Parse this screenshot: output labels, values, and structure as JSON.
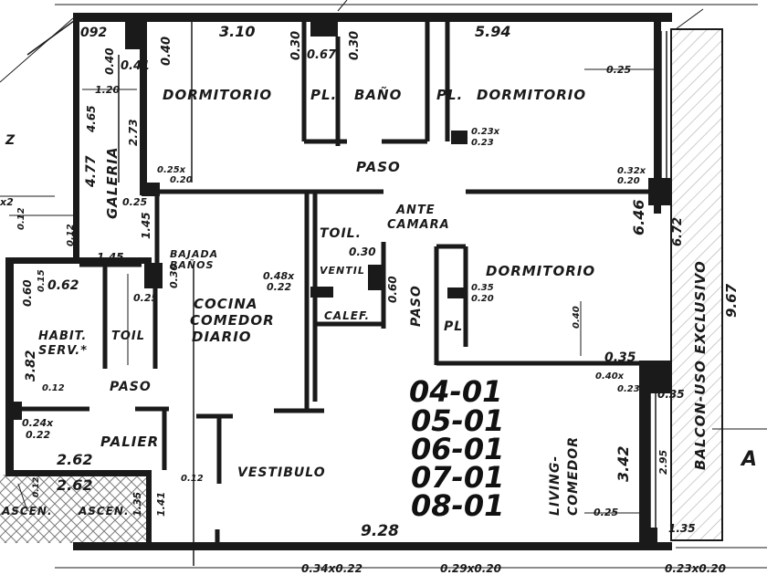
{
  "rooms": {
    "dormitorio_1": "DORMITORIO",
    "bano": "BAÑO",
    "pl_1": "PL.",
    "pl_2": "PL.",
    "pl_3": "PL.",
    "dormitorio_2": "DORMITORIO",
    "paso_upper": "PASO",
    "ante": "ANTE",
    "camara": "CAMARA",
    "toil_upper": "TOIL.",
    "ventil": "VENTIL",
    "calef": "CALEF.",
    "paso_vertical": "PASO",
    "dormitorio_3": "DORMITORIO",
    "galeria": "GALERIA",
    "bajada": "BAJADA",
    "banos": "BAÑOS",
    "cocina": "COCINA",
    "comedor": "COMEDOR",
    "diario": "DIARIO",
    "habit": "HABIT.",
    "serv": "SERV.*",
    "toil_lower": "TOIL",
    "paso_lower": "PASO",
    "palier": "PALIER",
    "vestibulo": "VESTIBULO",
    "ascen_1": "ASCEN.",
    "ascen_2": "ASCEN.",
    "living": "LIVING-",
    "comedor_living": "COMEDOR",
    "balcon": "BALCON-USO EXCLUSIVO",
    "z_mark": "Z",
    "a_mark": "A"
  },
  "units": [
    "04-01",
    "05-01",
    "06-01",
    "07-01",
    "08-01"
  ],
  "dimensions": {
    "d_092": "092",
    "d_310": "3.10",
    "d_030a": "0.30",
    "d_030b": "0.30",
    "d_594": "5.94",
    "d_040top": "0.40",
    "d_040side": "0.40",
    "d_041": "0.41",
    "d_067": "0.67",
    "d_025right": "0.25",
    "d_120": "1.20",
    "d_477": "4.77",
    "d_465": "4.65",
    "d_273": "2.73",
    "d_023x": "0.23x",
    "d_023": "0.23",
    "d_025x": "0.25x",
    "d_020a": "0.20",
    "d_032x": "0.32x",
    "d_020b": "0.20",
    "d_025mid": "0.25",
    "d_x2": "x2",
    "d_012a": "0.12",
    "d_012b": "0.12",
    "d_145v": "1.45",
    "d_646": "6.46",
    "d_672": "6.72",
    "d_967": "9.67",
    "d_145h": "1.45",
    "d_030vent": "0.30",
    "d_048x": "0.48x",
    "d_022a": "0.22",
    "d_060v": "0.60",
    "d_035x": "0.35",
    "d_020c": "0.20",
    "d_062": "0.62",
    "d_060b": "0.60",
    "d_015": "0.15",
    "d_025b": "0.25",
    "d_030c": "0.30",
    "d_040c": "0.40",
    "d_035": "0.35",
    "d_382": "3.82",
    "d_012c": "0.12",
    "d_040x": "0.40x",
    "d_023b": "0.23",
    "d_035b": "0.35",
    "d_024x": "0.24x",
    "d_022b": "0.22",
    "d_262a": "2.62",
    "d_262b": "2.62",
    "d_012d": "0.12",
    "d_135": "1.35",
    "d_141": "1.41",
    "d_012e": "0.12",
    "d_342": "3.42",
    "d_295": "2.95",
    "d_025c": "0.25",
    "d_135b": "1.35",
    "d_928": "9.28",
    "d_034x022": "0.34x0.22",
    "d_029x020": "0.29x0.20",
    "d_023x020": "0.23x0.20"
  }
}
